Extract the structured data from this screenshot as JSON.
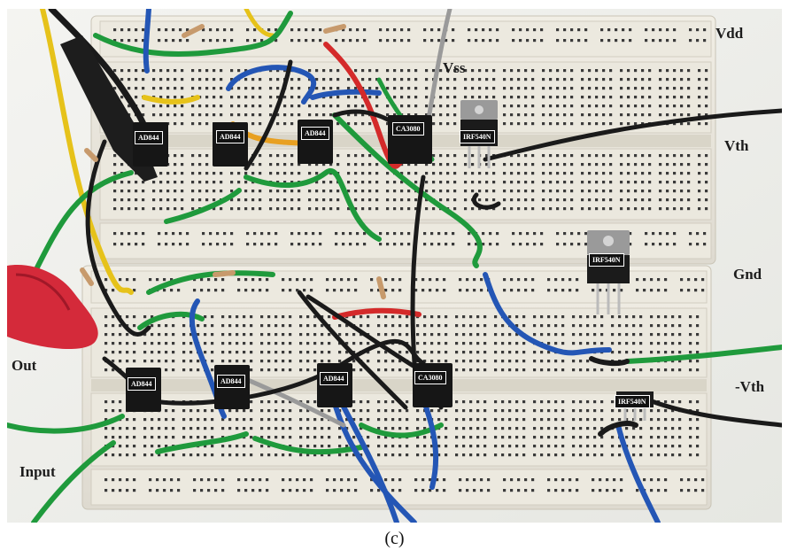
{
  "photo": {
    "labels": {
      "vdd": "Vdd",
      "vss": "Vss",
      "vth": "Vth",
      "gnd": "Gnd",
      "neg_vth": "-Vth",
      "out": "Out",
      "input": "Input"
    },
    "chips": [
      "AD844",
      "AD844",
      "AD844",
      "CA3080",
      "IRF540N",
      "IRF540N",
      "AD844",
      "AD844",
      "AD844",
      "CA3080",
      "IRF540N"
    ],
    "colors": {
      "breadboard": "#e9e6dc",
      "hole": "#3a3a3a",
      "wire_green": "#1f9a3c",
      "wire_blue": "#2456b5",
      "wire_black": "#1a1a1a",
      "wire_red": "#d42a2a",
      "wire_yellow": "#e6c21a",
      "wire_orange": "#e8a021",
      "clip_red": "#d42a3a"
    }
  },
  "caption": "(c)"
}
